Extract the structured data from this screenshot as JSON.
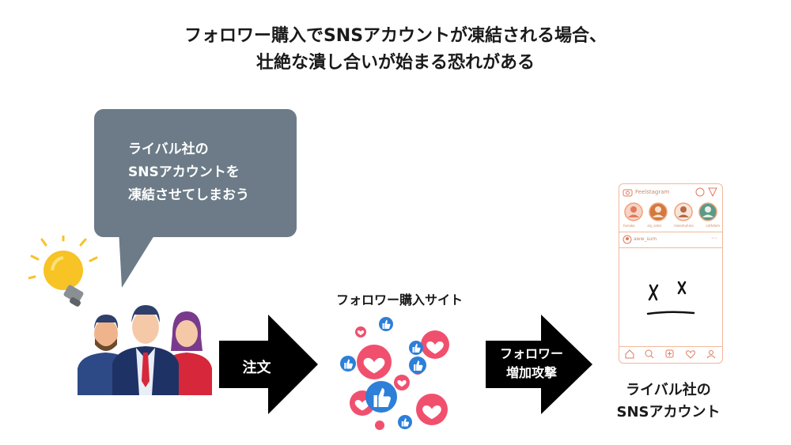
{
  "title": {
    "line1": "フォロワー購入でSNSアカウントが凍結される場合、",
    "line2": "壮絶な潰し合いが始まる恐れがある"
  },
  "speech_bubble": {
    "line1": "ライバル社の",
    "line2": "SNSアカウントを",
    "line3": "凍結させてしまおう"
  },
  "arrow_order": {
    "label": "注文"
  },
  "site": {
    "label": "フォロワー購入サイト"
  },
  "arrow_attack": {
    "line1": "フォロワー",
    "line2": "増加攻撃"
  },
  "rival": {
    "line1": "ライバル社の",
    "line2": "SNSアカウント"
  },
  "phone": {
    "app_name": "Feelstagram",
    "stories": [
      "hanako",
      "aly_satar",
      "maeshuhina",
      "cathdom"
    ],
    "post_user": "aww_sum",
    "colors": {
      "border": "#f2b89a",
      "accent": "#e07a5f"
    }
  },
  "colors": {
    "bubble": "#6c7b87",
    "heart": "#f0506e",
    "like": "#2d7fd8",
    "bulb": "#f7c325"
  }
}
